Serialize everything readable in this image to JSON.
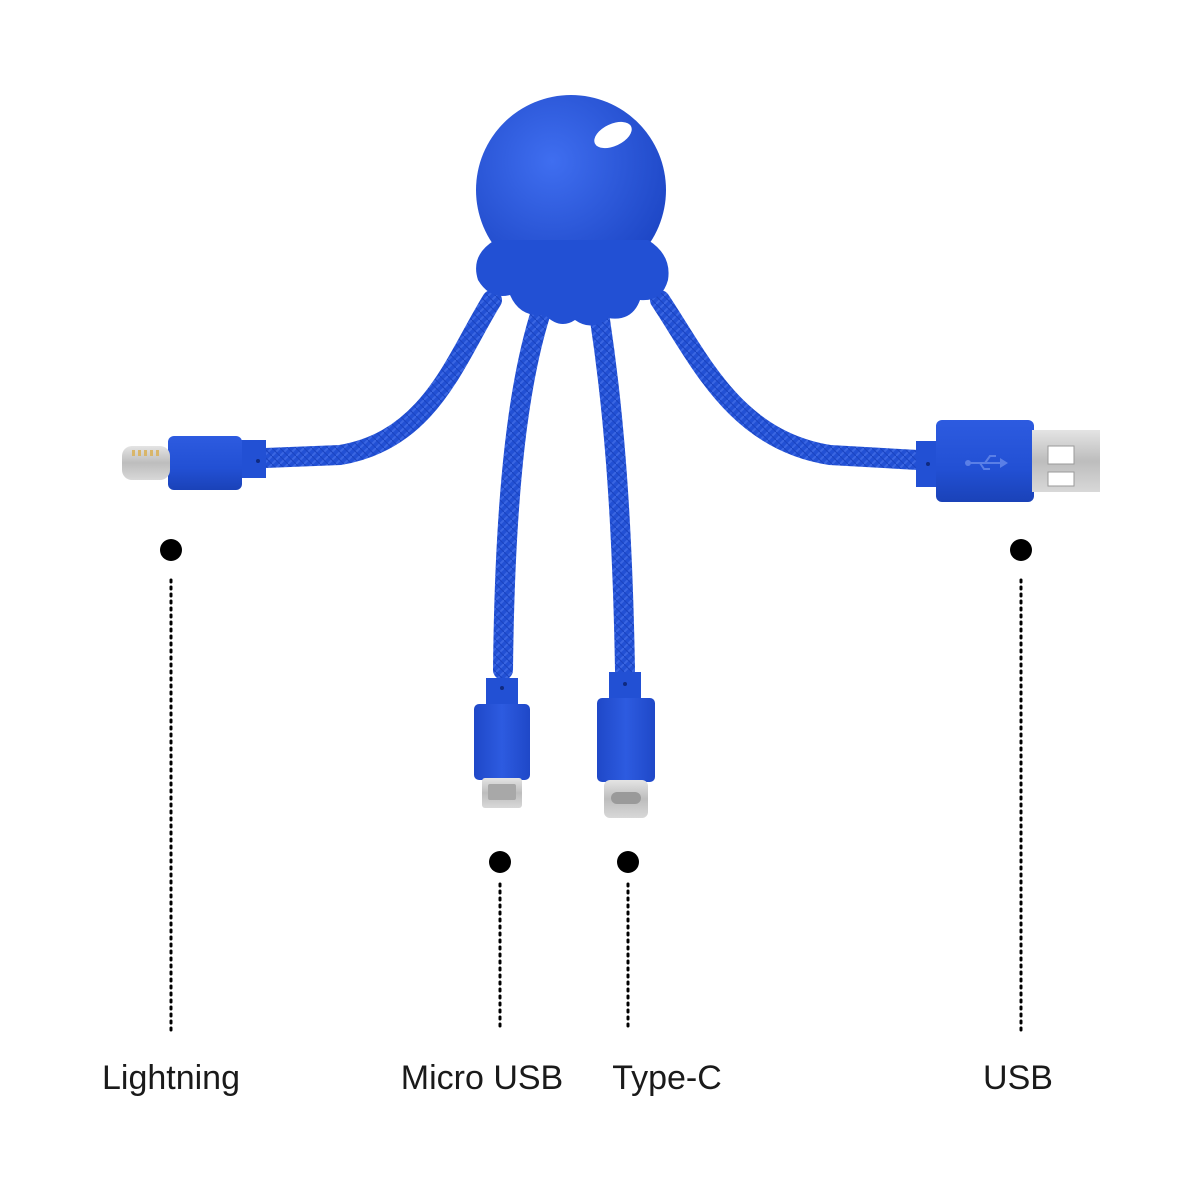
{
  "product": {
    "accent_color": "#2250d4",
    "accent_dark": "#1838a8",
    "metal_color": "#c8c8c8"
  },
  "connectors": [
    {
      "key": "lightning",
      "label": "Lightning"
    },
    {
      "key": "micro_usb",
      "label": "Micro USB"
    },
    {
      "key": "type_c",
      "label": "Type-C"
    },
    {
      "key": "usb",
      "label": "USB"
    }
  ]
}
